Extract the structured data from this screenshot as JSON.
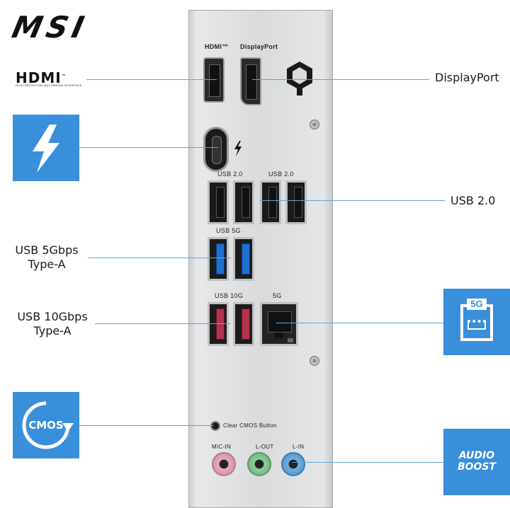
{
  "brand": {
    "logo": "MSI"
  },
  "hdmi_logo": {
    "mark": "HDMI",
    "tm": "™",
    "tagline": "HIGH-DEFINITION MULTIMEDIA INTERFACE"
  },
  "callouts": {
    "displayport": "DisplayPort",
    "usb20": "USB 2.0",
    "usb5g_line1": "USB 5Gbps",
    "usb5g_line2": "Type-A",
    "usb10g_line1": "USB 10Gbps",
    "usb10g_line2": "Type-A"
  },
  "tiles": {
    "lan_badge": "5G",
    "cmos_text": "CMOS",
    "audio_line1": "AUDIO",
    "audio_line2": "BOOST"
  },
  "panel": {
    "hdmi_label": "HDMI™",
    "displayport_label": "DisplayPort",
    "usb20_left": "USB 2.0",
    "usb20_right": "USB 2.0",
    "usb5g": "USB 5G",
    "usb10g": "USB 10G",
    "lan": "5G",
    "clear_cmos": "Clear CMOS Button",
    "mic_in": "MIC-IN",
    "l_out": "L-OUT",
    "l_in": "L-IN"
  },
  "colors": {
    "accent_blue": "#3a8fdb",
    "callout_line": "#5fa6dd",
    "usb5g_blue": "#1e6fd0",
    "usb10g_red": "#b3324e",
    "mic_pink": "#e8a9c0",
    "lout_green": "#8fcf9a",
    "lin_blue": "#6fb0e6"
  },
  "icons": [
    "thunderbolt-icon",
    "lan-port-icon",
    "cmos-reset-icon",
    "audio-boost-icon",
    "wifi-antenna-icon"
  ]
}
